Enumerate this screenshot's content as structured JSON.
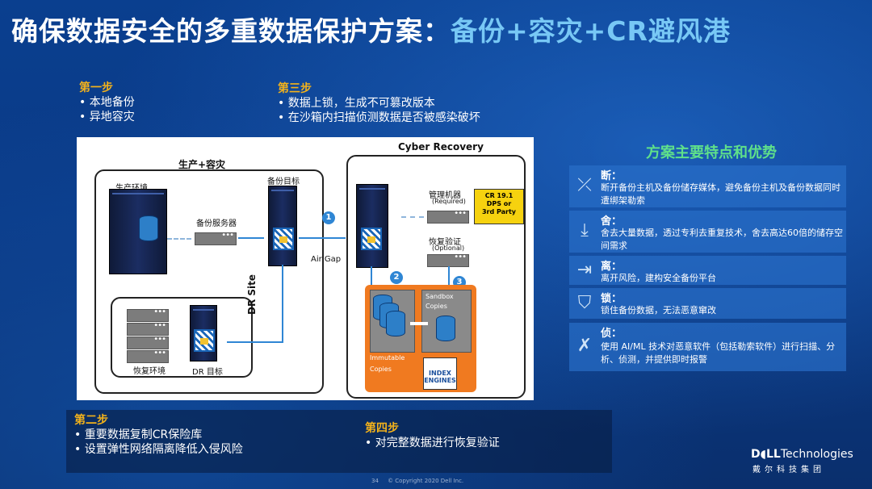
{
  "title": {
    "part1": "确保数据安全的多重数据保护方案：",
    "part2": "备份+容灾+CR避风港"
  },
  "steps": {
    "step1": {
      "heading": "第一步",
      "items": [
        "• 本地备份",
        "• 异地容灾"
      ]
    },
    "step2": {
      "heading": "第二步",
      "items": [
        "• 重要数据复制CR保险库",
        "• 设置弹性网络隔离降低入侵风险"
      ]
    },
    "step3": {
      "heading": "第三步",
      "items": [
        "• 数据上锁，生成不可篡改版本",
        "• 在沙箱内扫描侦测数据是否被感染破坏"
      ]
    },
    "step4": {
      "heading": "第四步",
      "items": [
        "• 对完整数据进行恢复验证"
      ]
    }
  },
  "diagram": {
    "prod_dr": "生产+容灾",
    "prod_env": "生产环境",
    "backup_target": "备份目标",
    "backup_server": "备份服务器",
    "dr_site": "DR Site",
    "recovery_env": "恢复环境",
    "dr_target": "DR 目标",
    "cyber_recovery": "Cyber Recovery",
    "air_gap": "Air Gap",
    "mgmt_host": "管理机器",
    "required": "(Required)",
    "recovery_verify": "恢复验证",
    "optional": "(Optional)",
    "cr_line1": "CR 19.1",
    "cr_line2": "DPS or",
    "cr_line3": "3rd Party",
    "sandbox": "Sandbox",
    "copies": "Copies",
    "immutable": "Immutable",
    "immutable_copies": "Copies",
    "index_engines_1": "INDEX",
    "index_engines_2": "ENGINES",
    "badge1": "1",
    "badge2": "2",
    "badge3": "3"
  },
  "advantages": {
    "title": "方案主要特点和优势",
    "items": [
      {
        "icon": "broken-link-icon",
        "heading": "断：",
        "body": "断开备份主机及备份储存媒体，避免备份主机及备份数据同时遭绑架勒索"
      },
      {
        "icon": "download-icon",
        "heading": "舍：",
        "body": "舍去大量数据，透过专利去重复技术，舍去高达60倍的储存空间需求"
      },
      {
        "icon": "exit-icon",
        "heading": "离：",
        "body": "离开风险，建构安全备份平台"
      },
      {
        "icon": "shield-icon",
        "heading": "锁：",
        "body": "锁住备份数据，无法恶意窜改"
      },
      {
        "icon": "tools-icon",
        "heading": "侦：",
        "body": "使用 AI/ML 技术对恶意软件（包括勒索软件）进行扫描、分析、侦测，并提供即时报警"
      }
    ]
  },
  "branding": {
    "dell": "D◖LL",
    "technologies": "Technologies",
    "cn": "戴尔科技集团"
  },
  "footer": {
    "page": "34",
    "copyright": "© Copyright 2020 Dell Inc."
  }
}
